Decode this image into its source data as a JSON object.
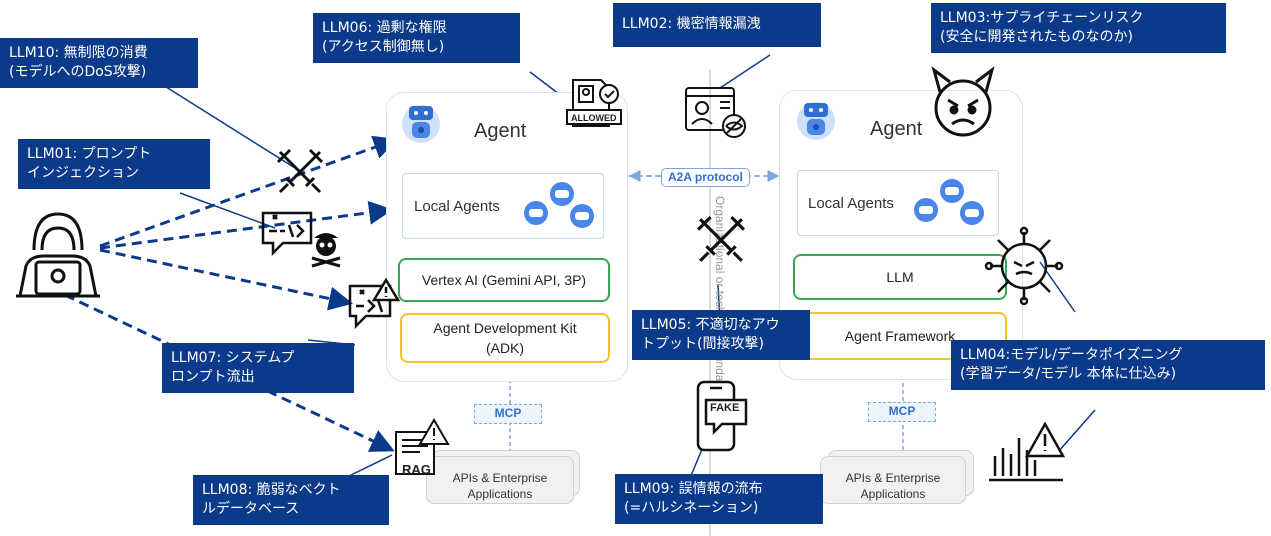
{
  "labels": {
    "llm01": [
      "LLM01: プロンプト",
      "インジェクション"
    ],
    "llm02": [
      "LLM02: 機密情報漏洩"
    ],
    "llm03": [
      "LLM03:サプライチェーンリスク",
      "(安全に開発されたものなのか)"
    ],
    "llm04": [
      "LLM04:モデル/データポイズニング",
      "(学習データ/モデル 本体に仕込み)"
    ],
    "llm05": [
      "LLM05: 不適切なアウ",
      "トプット(間接攻撃)"
    ],
    "llm06": [
      "LLM06: 過剰な権限",
      "(アクセス制御無し)"
    ],
    "llm07": [
      "LLM07: システムプ",
      "ロンプト流出"
    ],
    "llm08": [
      "LLM08: 脆弱なベクト",
      "ルデータベース"
    ],
    "llm09": [
      "LLM09: 誤情報の流布",
      "(=ハルシネーション)"
    ],
    "llm10": [
      "LLM10: 無制限の消費",
      "(モデルへのDoS攻撃)"
    ]
  },
  "left_agent": {
    "title": "Agent",
    "local_agents": "Local Agents",
    "vertex": "Vertex AI (Gemini API, 3P)",
    "adk_line1": "Agent Development Kit",
    "adk_line2": "(ADK)",
    "mcp": "MCP",
    "apis_line1": "APIs & Enterprise",
    "apis_line2": "Applications"
  },
  "right_agent": {
    "title": "Agent",
    "local_agents": "Local Agents",
    "llm": "LLM",
    "framework": "Agent Framework",
    "mcp": "MCP",
    "apis_line1": "APIs & Enterprise",
    "apis_line2": "Applications"
  },
  "a2a": "A2A protocol",
  "org_text": "Organizational or technical boundaries",
  "rag": "RAG",
  "fake": "FAKE",
  "allowed": "ALLOWED",
  "colors": {
    "label_bg": "#0c3a8a",
    "accent": "#2f6fd0",
    "green": "#3aa655",
    "yellow": "#f2c22e"
  }
}
